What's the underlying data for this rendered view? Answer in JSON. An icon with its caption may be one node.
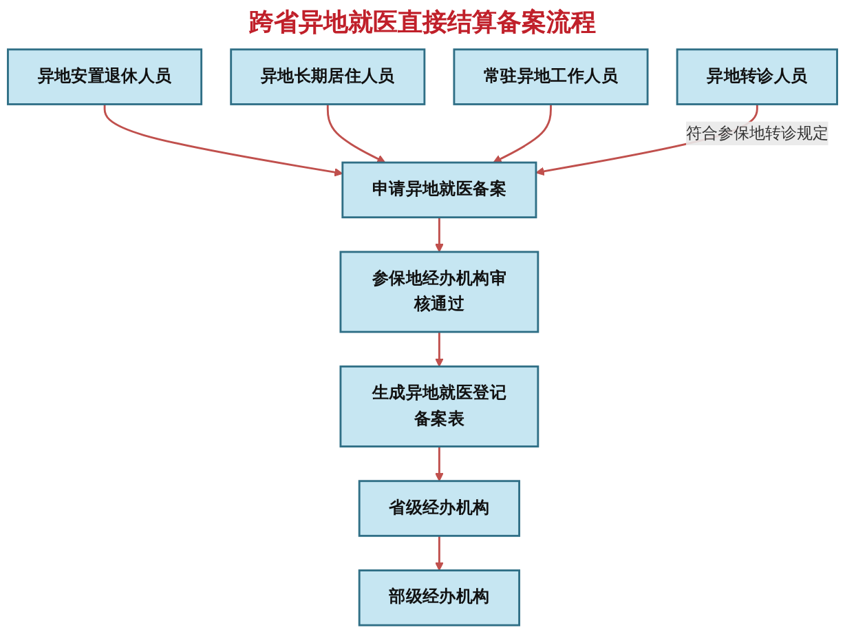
{
  "diagram": {
    "title": "跨省异地就医直接结算备案流程",
    "nodes": [
      {
        "text": [
          "异地安置退休人员"
        ]
      },
      {
        "text": [
          "异地长期居住人员"
        ]
      },
      {
        "text": [
          "常驻异地工作人员"
        ]
      },
      {
        "text": [
          "异地转诊人员"
        ]
      },
      {
        "text": [
          "申请异地就医备案"
        ]
      },
      {
        "text": [
          "参保地经办机构审核通过"
        ]
      },
      {
        "text": [
          "生成异地就医登记备案表"
        ]
      },
      {
        "text": [
          "省级经办机构"
        ]
      },
      {
        "text": [
          "部级经办机构"
        ]
      }
    ],
    "edges": [
      {
        "from": 0,
        "to": 4,
        "arrow": "to"
      },
      {
        "from": 1,
        "to": 4,
        "arrow": "to"
      },
      {
        "from": 2,
        "to": 4,
        "arrow": "to"
      },
      {
        "from": 3,
        "to": 4,
        "arrow": "to",
        "label": "符合参保地转诊规定"
      },
      {
        "from": 4,
        "to": 5,
        "arrow": "to"
      },
      {
        "from": 5,
        "to": 6,
        "arrow": "to"
      },
      {
        "from": 6,
        "to": 7,
        "arrow": "to"
      },
      {
        "from": 7,
        "to": 8,
        "arrow": "to"
      }
    ]
  }
}
